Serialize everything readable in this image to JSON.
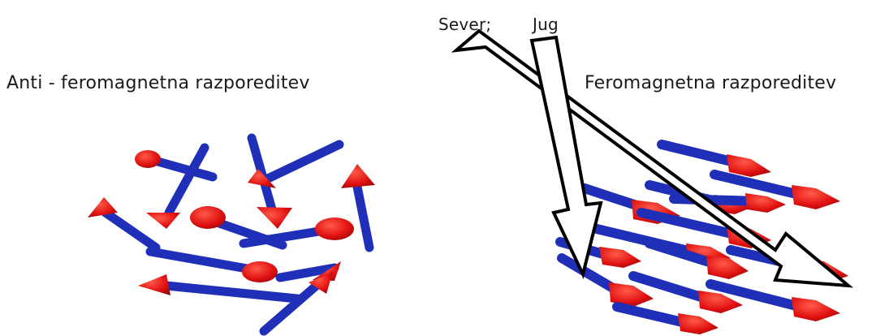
{
  "labels": {
    "left_title": "Anti - feromagnetna razporeditev",
    "right_title": "Feromagnetna razporeditev",
    "north": "Sever;",
    "south": "Jug"
  },
  "colors": {
    "rod": "#1f2fb8",
    "head": "#e01010",
    "head_dark": "#8a0b0b",
    "outline": "#000000"
  }
}
